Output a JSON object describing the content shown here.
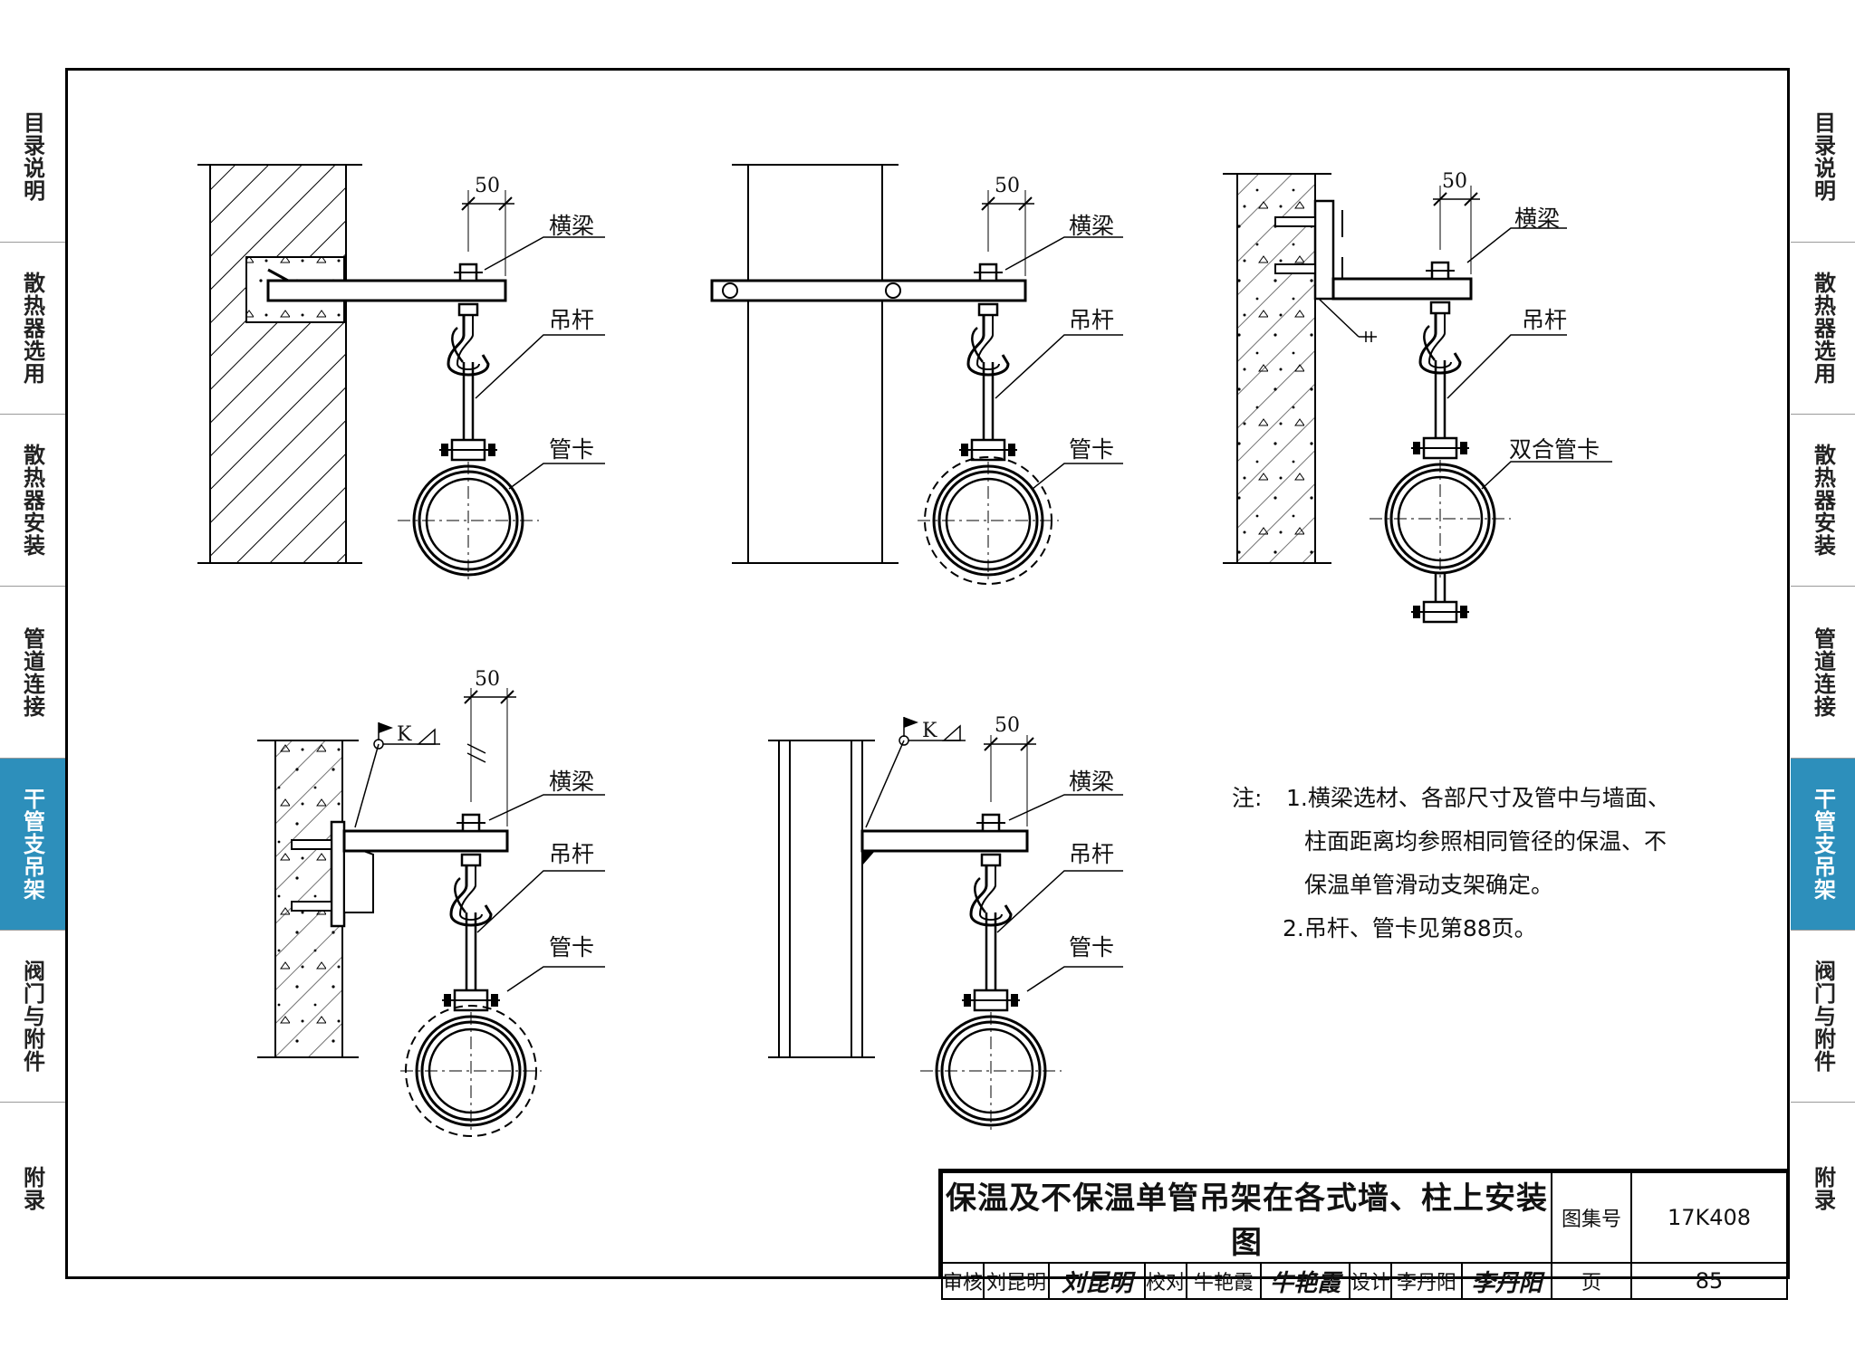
{
  "side_tabs": [
    {
      "label": "目录说明",
      "active": false
    },
    {
      "label": "散热器选用",
      "active": false
    },
    {
      "label": "散热器安装",
      "active": false
    },
    {
      "label": "管道连接",
      "active": false
    },
    {
      "label": "干管支吊架",
      "active": true
    },
    {
      "label": "阀门与附件",
      "active": false
    },
    {
      "label": "附录",
      "active": false
    }
  ],
  "colors": {
    "active_tab": "#2d8fbb",
    "line": "#000000"
  },
  "drawings": {
    "dimension": "50",
    "beam_label": "横梁",
    "rod_label": "吊杆",
    "clamp_label": "管卡",
    "double_clamp_label": "双合管卡",
    "weld_symbol": "K"
  },
  "notes": {
    "prefix": "注:",
    "item1_line1": "1.横梁选材、各部尺寸及管中与墙面、",
    "item1_line2": "柱面距离均参照相同管径的保温、不",
    "item1_line3": "保温单管滑动支架确定。",
    "item2": "2.吊杆、管卡见第88页。"
  },
  "title_block": {
    "title": "保温及不保温单管吊架在各式墙、柱上安装图",
    "atlas_label": "图集号",
    "atlas_no": "17K408",
    "review_label": "审核",
    "reviewer": "刘昆明",
    "reviewer_sig": "刘昆明",
    "check_label": "校对",
    "checker": "牛艳霞",
    "checker_sig": "牛艳霞",
    "design_label": "设计",
    "designer": "李丹阳",
    "designer_sig": "李丹阳",
    "page_label": "页",
    "page_no": "85"
  }
}
